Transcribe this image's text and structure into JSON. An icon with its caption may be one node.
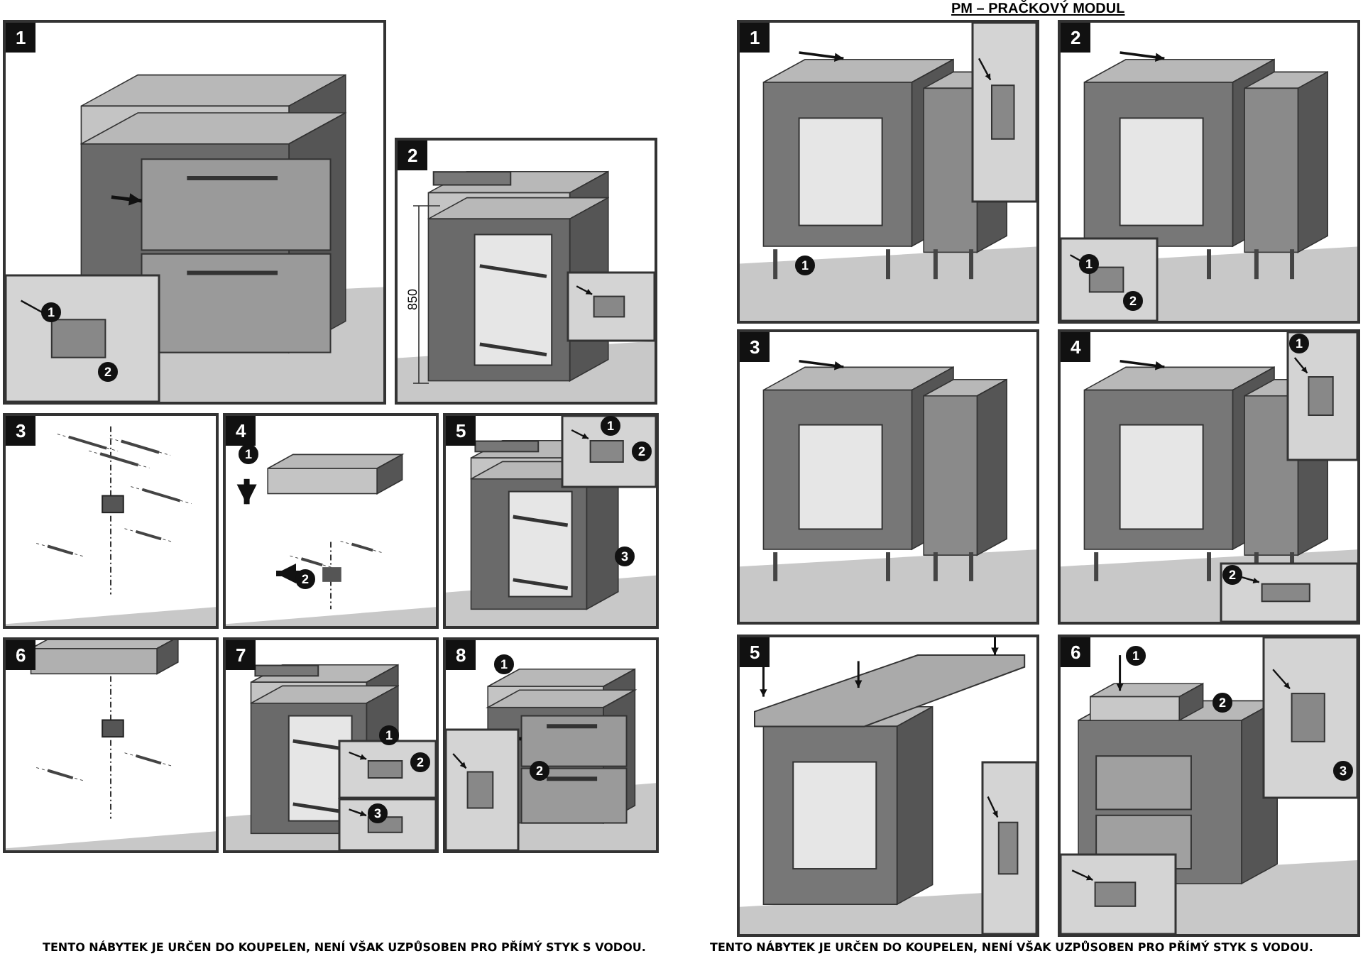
{
  "diagram": {
    "nodes": [
      {
        "text": [
          "1"
        ]
      },
      {
        "text": [
          "2"
        ]
      },
      {
        "text": [
          "3"
        ]
      },
      {
        "text": [
          "4"
        ]
      },
      {
        "text": [
          "5"
        ]
      },
      {
        "text": [
          "6"
        ]
      },
      {
        "text": [
          "7"
        ]
      },
      {
        "text": [
          "8"
        ]
      },
      {
        "text": [
          "1"
        ]
      },
      {
        "text": [
          "2"
        ]
      },
      {
        "text": [
          "3"
        ]
      },
      {
        "text": [
          "4"
        ]
      },
      {
        "text": [
          "5"
        ]
      },
      {
        "text": [
          "6"
        ]
      }
    ],
    "labels": [
      "PM – PRAČKOVÝ MODUL",
      "1",
      "2",
      "850",
      "1",
      "2",
      "1",
      "2",
      "3",
      "1",
      "2",
      "3",
      "1",
      "2",
      "1",
      "1",
      "2",
      "1",
      "2",
      "1",
      "2",
      "3",
      "TENTO NÁBYTEK JE URČEN DO KOUPELEN, NENÍ VŠAK UZPŮSOBEN PRO PŘÍMÝ STYK S VODOU.",
      "TENTO NÁBYTEK JE URČEN DO KOUPELEN, NENÍ VŠAK UZPŮSOBEN PRO PŘÍMÝ STYK S VODOU."
    ]
  }
}
